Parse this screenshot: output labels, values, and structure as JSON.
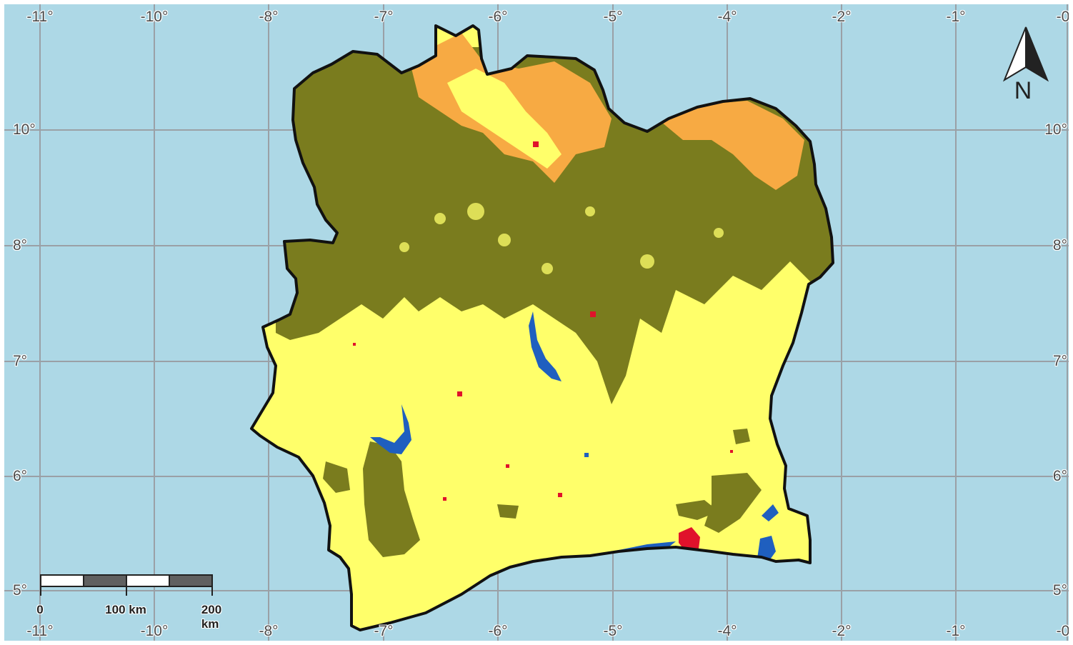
{
  "map": {
    "colors": {
      "water_background": "#add8e6",
      "graticule": "#9aa0a6",
      "border": "#111111",
      "land_yellow": "#ffff6a",
      "savanna_olive": "#7a7c1e",
      "bare_orange": "#f7aa43",
      "urban_red": "#e0122b",
      "water_blue": "#1f5fbf"
    },
    "top_labels": [
      "-11°",
      "-10°",
      "-8°",
      "-7°",
      "-6°",
      "-5°",
      "-4°",
      "-2°",
      "-1°",
      "-0"
    ],
    "bottom_labels": [
      "-11°",
      "-10°",
      "-8°",
      "-7°",
      "-6°",
      "-5°",
      "-4°",
      "-2°",
      "-1°",
      "-0"
    ],
    "left_labels": [
      "10°",
      "8°",
      "7°",
      "6°",
      "5°"
    ],
    "right_labels": [
      "10°",
      "8°",
      "7°",
      "6°",
      "5°"
    ],
    "north": {
      "icon": "north-arrow-icon",
      "letter": "N"
    },
    "scale_bar": {
      "labels": [
        "0",
        "100 km",
        "200 km"
      ]
    }
  }
}
